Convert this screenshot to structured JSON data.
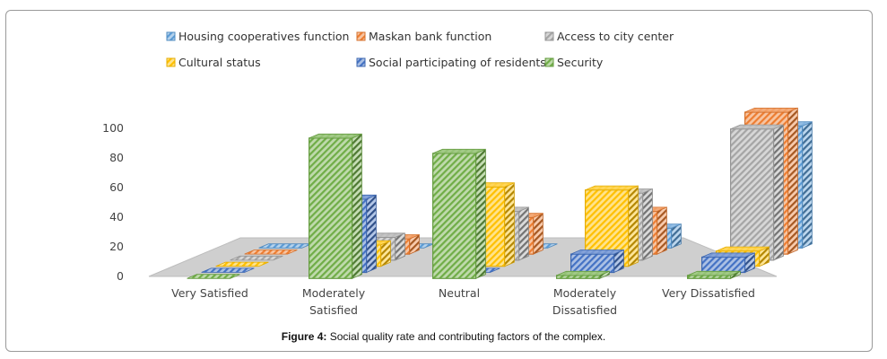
{
  "caption": {
    "label": "Figure 4:",
    "text": " Social quality rate and contributing factors of the complex."
  },
  "chart_data": {
    "type": "bar",
    "subtype": "3d-clustered-column",
    "categories": [
      "Very Satisfied",
      "Moderately Satisfied",
      "Neutral",
      "Moderately Dissatisfied",
      "Very Dissatisfied"
    ],
    "series": [
      {
        "name": "Housing cooperatives function",
        "color": "#5b9bd5",
        "values": [
          0,
          0,
          0,
          13,
          80
        ]
      },
      {
        "name": "Maskan bank function",
        "color": "#ed7d31",
        "values": [
          0,
          10,
          24,
          28,
          93
        ]
      },
      {
        "name": "Access to city center",
        "color": "#a5a5a5",
        "values": [
          0,
          15,
          32,
          44,
          86
        ]
      },
      {
        "name": "Cultural status",
        "color": "#ffc000",
        "values": [
          0,
          14,
          52,
          50,
          10
        ]
      },
      {
        "name": "Social participating of residents",
        "color": "#4472c4",
        "values": [
          0,
          48,
          0,
          12,
          10
        ]
      },
      {
        "name": "Security",
        "color": "#70ad47",
        "values": [
          0,
          92,
          82,
          2,
          2
        ]
      }
    ],
    "yticks": [
      0,
      20,
      40,
      60,
      80,
      100
    ],
    "ylim": [
      0,
      100
    ],
    "legend": "top",
    "grid": false
  }
}
